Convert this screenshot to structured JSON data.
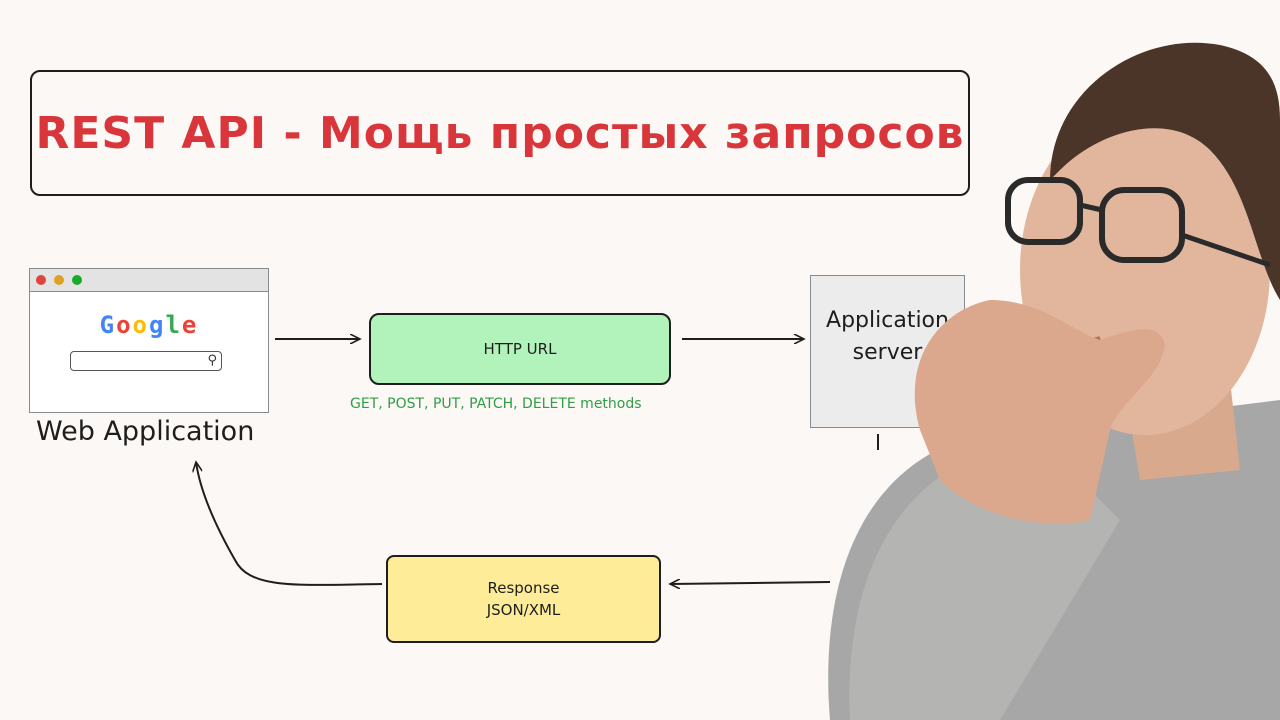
{
  "title": "REST API - Мощь простых запросов",
  "web_app": {
    "google_letters": [
      "G",
      "o",
      "o",
      "g",
      "l",
      "e"
    ],
    "label": "Web Application"
  },
  "http": {
    "label": "HTTP URL",
    "methods": "GET, POST, PUT, PATCH, DELETE methods"
  },
  "server": {
    "line1": "Application",
    "line2": "server"
  },
  "response": {
    "line1": "Response",
    "line2": "JSON/XML"
  },
  "colors": {
    "title": "#d9363b",
    "http_fill": "#b2f2bb",
    "response_fill": "#ffec99",
    "methods_text": "#2f9e44",
    "server_fill": "#ececec"
  }
}
